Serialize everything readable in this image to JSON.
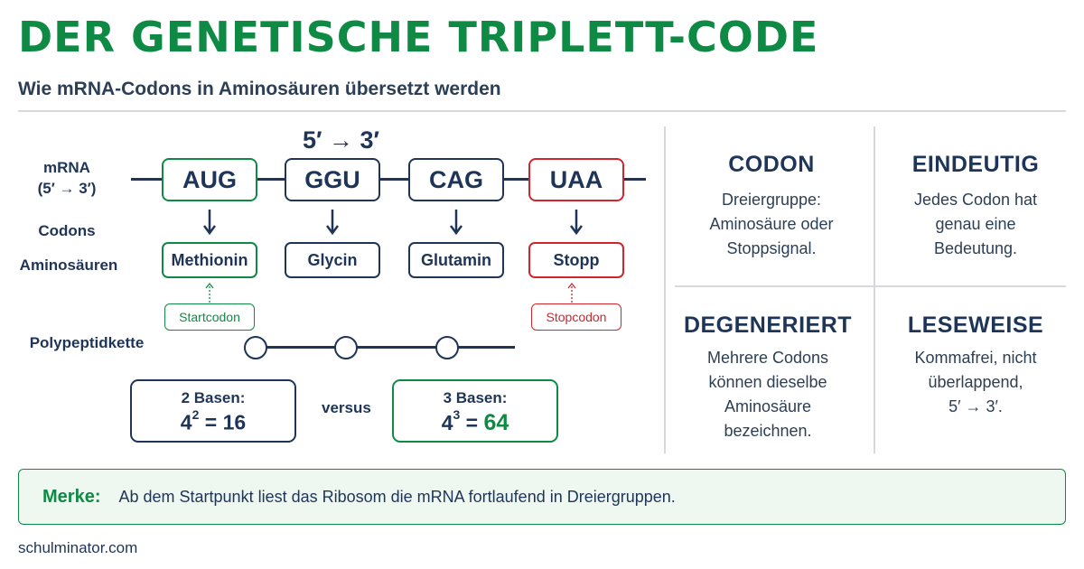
{
  "header": {
    "title": "DER GENETISCHE TRIPLETT-CODE",
    "subtitle": "Wie mRNA-Codons in Aminosäuren übersetzt werden"
  },
  "diagram": {
    "direction": "5′ → 3′",
    "labels": {
      "mrna": "mRNA",
      "mrna_direction": "(5′ → 3′)",
      "codons": "Codons",
      "amino_acids": "Aminosäuren",
      "polypeptide": "Polypeptidkette"
    },
    "codons": [
      "AUG",
      "GGU",
      "CAG",
      "UAA"
    ],
    "amino_acids": [
      "Methionin",
      "Glycin",
      "Glutamin",
      "Stopp"
    ],
    "start_tag": "Startcodon",
    "stop_tag": "Stopcodon",
    "comparison": {
      "left_label": "2 Basen:",
      "left_base": "4",
      "left_exp": "2",
      "left_result": "= 16",
      "versus": "versus",
      "right_label": "3 Basen:",
      "right_base": "4",
      "right_exp": "3",
      "right_eq": "=",
      "right_result": "64"
    },
    "colors": {
      "start": "#0f8a45",
      "stop": "#d0262d",
      "default": "#1e3557"
    }
  },
  "facts": [
    {
      "title": "CODON",
      "text": [
        "Dreiergruppe:",
        "Aminosäure oder",
        "Stoppsignal."
      ]
    },
    {
      "title": "EINDEUTIG",
      "text": [
        "Jedes Codon hat",
        "genau eine",
        "Bedeutung."
      ]
    },
    {
      "title": "DEGENERIERT",
      "text": [
        "Mehrere Codons",
        "können dieselbe",
        "Aminosäure",
        "bezeichnen."
      ]
    },
    {
      "title": "LESEWEISE",
      "text": [
        "Kommafrei, nicht",
        "überlappend,",
        "5′ → 3′."
      ]
    }
  ],
  "merke": {
    "label": "Merke:",
    "text": "Ab dem Startpunkt liest das Ribosom die mRNA fortlaufend in Dreiergruppen."
  },
  "footer": {
    "source": "schulminator.com"
  }
}
